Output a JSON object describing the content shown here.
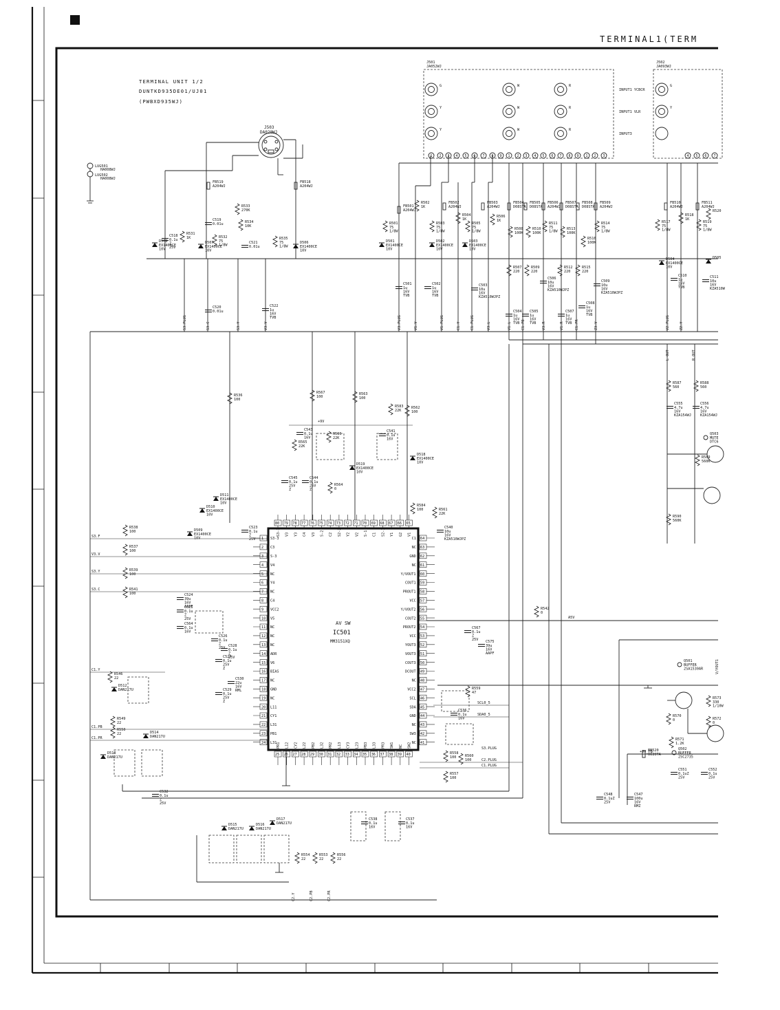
{
  "header": {
    "section_marker": "■",
    "terminal_title": "TERMINAL1(TERM"
  },
  "board": {
    "title_line1": "TERMINAL UNIT 1/2",
    "title_line2": "DUNTKD935DE01/UJ01",
    "title_line3": "(PWBXD935WJ)"
  },
  "connectors": {
    "j501": {
      "ref": "J501",
      "part": "JA052WJ"
    },
    "j502": {
      "ref": "J502",
      "part": "JA093WJ"
    },
    "j503": {
      "ref": "J503",
      "part": "DA020WJ"
    },
    "lug1": {
      "ref": "LUG501",
      "part": "HA008WJ"
    },
    "lug2": {
      "ref": "LUG502",
      "part": "HA008WJ"
    },
    "input1_ycbcr": "INPUT1 YCBCR",
    "input1_vlr": "INPUT1 VLR",
    "input3": "INPUT3",
    "jack_letters": [
      "G",
      "Y",
      "Y",
      "W",
      "W",
      "W",
      "R",
      "R",
      "R"
    ],
    "j502_letters": [
      "G",
      "Y"
    ]
  },
  "ic": {
    "ref": "IC501",
    "function": "AV SW",
    "part": "MM3151XQ",
    "pins_left": [
      {
        "n": "1",
        "name": "S3-3"
      },
      {
        "n": "2",
        "name": "C3"
      },
      {
        "n": "3",
        "name": "S-3"
      },
      {
        "n": "4",
        "name": "V4"
      },
      {
        "n": "5",
        "name": "NC"
      },
      {
        "n": "6",
        "name": "Y4"
      },
      {
        "n": "7",
        "name": "NC"
      },
      {
        "n": "8",
        "name": "C4"
      },
      {
        "n": "9",
        "name": "VCC2"
      },
      {
        "n": "10",
        "name": "V5"
      },
      {
        "n": "11",
        "name": "NC"
      },
      {
        "n": "12",
        "name": "NC"
      },
      {
        "n": "13",
        "name": "NC"
      },
      {
        "n": "14",
        "name": "ADR"
      },
      {
        "n": "15",
        "name": "V6"
      },
      {
        "n": "16",
        "name": "BIAS"
      },
      {
        "n": "17",
        "name": "NC"
      },
      {
        "n": "18",
        "name": "GND"
      },
      {
        "n": "19",
        "name": "NC"
      },
      {
        "n": "20",
        "name": "L11"
      },
      {
        "n": "21",
        "name": "CY1"
      },
      {
        "n": "22",
        "name": "L31"
      },
      {
        "n": "23",
        "name": "PB1"
      },
      {
        "n": "24",
        "name": "L31"
      }
    ],
    "pins_right": [
      {
        "n": "64",
        "name": "C1"
      },
      {
        "n": "63",
        "name": "NC"
      },
      {
        "n": "62",
        "name": "GND"
      },
      {
        "n": "61",
        "name": "NC"
      },
      {
        "n": "60",
        "name": "Y/VOUT1"
      },
      {
        "n": "59",
        "name": "COUT1"
      },
      {
        "n": "58",
        "name": "PROUT1"
      },
      {
        "n": "57",
        "name": "VCC"
      },
      {
        "n": "56",
        "name": "Y/VOUT2"
      },
      {
        "n": "55",
        "name": "COUT2"
      },
      {
        "n": "54",
        "name": "PROUT2"
      },
      {
        "n": "53",
        "name": "VCC"
      },
      {
        "n": "52",
        "name": "YOUT3"
      },
      {
        "n": "51",
        "name": "VOUT3"
      },
      {
        "n": "50",
        "name": "COUT3"
      },
      {
        "n": "49",
        "name": "DCOUT"
      },
      {
        "n": "48",
        "name": "NC"
      },
      {
        "n": "47",
        "name": "VCC2"
      },
      {
        "n": "46",
        "name": "SCL"
      },
      {
        "n": "45",
        "name": "SDA"
      },
      {
        "n": "44",
        "name": "GND"
      },
      {
        "n": "43",
        "name": "NC"
      },
      {
        "n": "42",
        "name": "SW3"
      },
      {
        "n": "41",
        "name": "NC"
      }
    ],
    "pins_top": [
      {
        "n": "80",
        "name": "S3-3"
      },
      {
        "n": "79",
        "name": "V3"
      },
      {
        "n": "78",
        "name": "Y3"
      },
      {
        "n": "77",
        "name": "C4"
      },
      {
        "n": "76",
        "name": "V3"
      },
      {
        "n": "75",
        "name": "S-2"
      },
      {
        "n": "74",
        "name": "C2"
      },
      {
        "n": "73",
        "name": "S2-2"
      },
      {
        "n": "72",
        "name": "Y2"
      },
      {
        "n": "71",
        "name": "V2"
      },
      {
        "n": "70",
        "name": "S-1"
      },
      {
        "n": "69",
        "name": "C1"
      },
      {
        "n": "68",
        "name": "S2-1"
      },
      {
        "n": "67",
        "name": "Y1"
      },
      {
        "n": "66",
        "name": "G2"
      },
      {
        "n": "65",
        "name": "V1"
      }
    ],
    "pins_bottom": [
      {
        "n": "25",
        "name": "PR1"
      },
      {
        "n": "26",
        "name": "L12"
      },
      {
        "n": "27",
        "name": "CY2"
      },
      {
        "n": "28",
        "name": "L22"
      },
      {
        "n": "29",
        "name": "PB2"
      },
      {
        "n": "30",
        "name": "L32"
      },
      {
        "n": "31",
        "name": "PR2"
      },
      {
        "n": "32",
        "name": "L13"
      },
      {
        "n": "33",
        "name": "CY3"
      },
      {
        "n": "34",
        "name": "L23"
      },
      {
        "n": "35",
        "name": "PB3"
      },
      {
        "n": "36",
        "name": "L33"
      },
      {
        "n": "37",
        "name": "PR3"
      },
      {
        "n": "38",
        "name": "SW1"
      },
      {
        "n": "39",
        "name": "NC"
      },
      {
        "n": "40",
        "name": "SW2"
      }
    ]
  },
  "top_components": [
    {
      "ref": "FB519",
      "val": "A204WJ"
    },
    {
      "ref": "FB518",
      "val": "A204WJ"
    },
    {
      "ref": "R533",
      "val": "270K"
    },
    {
      "ref": "C519",
      "val": "0.01u"
    },
    {
      "ref": "R534",
      "val": "10K"
    },
    {
      "ref": "R532",
      "val": "75 1/8W"
    },
    {
      "ref": "C521",
      "val": "0.01u"
    },
    {
      "ref": "R535",
      "val": "75 1/8W"
    },
    {
      "ref": "R531",
      "val": "1K"
    },
    {
      "ref": "C518",
      "val": "0.1u Z 25V"
    },
    {
      "ref": "D508",
      "val": "EX1400CE 10V"
    },
    {
      "ref": "D507",
      "val": "EX1400CE 10V"
    },
    {
      "ref": "D506",
      "val": "EX1400CE 10V"
    },
    {
      "ref": "C520",
      "val": "0.01u"
    },
    {
      "ref": "C522",
      "val": "1u 16V TVB"
    },
    {
      "ref": "R501",
      "val": "75 1/8W"
    },
    {
      "ref": "D501",
      "val": "EX1400CE 10V"
    },
    {
      "ref": "FB501",
      "val": "A204WJ"
    },
    {
      "ref": "R502",
      "val": "1K"
    },
    {
      "ref": "FB502",
      "val": "A204WJ"
    },
    {
      "ref": "R503",
      "val": "75 1/8W"
    },
    {
      "ref": "D502",
      "val": "EX1400CE 10V"
    },
    {
      "ref": "C501",
      "val": "1u 16V TVB"
    },
    {
      "ref": "C502",
      "val": "1u 16V TVB"
    },
    {
      "ref": "R504",
      "val": "1K"
    },
    {
      "ref": "R505",
      "val": "75 1/8W"
    },
    {
      "ref": "FB503",
      "val": "A204WJ"
    },
    {
      "ref": "D503",
      "val": "EX1400CE 10V"
    },
    {
      "ref": "C503",
      "val": "10u 16V KZA510WJPZ"
    },
    {
      "ref": "R506",
      "val": "1K"
    },
    {
      "ref": "FB504",
      "val": "D08STA"
    },
    {
      "ref": "FB505",
      "val": "D08STA"
    },
    {
      "ref": "FB506",
      "val": "A204WJ"
    },
    {
      "ref": "FB507",
      "val": "D08STA"
    },
    {
      "ref": "FB508",
      "val": "D08STA"
    },
    {
      "ref": "FB509",
      "val": "A204WJ"
    },
    {
      "ref": "R508",
      "val": "100K"
    },
    {
      "ref": "R510",
      "val": "100K"
    },
    {
      "ref": "R511",
      "val": "75 1/8W"
    },
    {
      "ref": "R513",
      "val": "100K"
    },
    {
      "ref": "R514",
      "val": "75 1/8W"
    },
    {
      "ref": "R516",
      "val": "100K"
    },
    {
      "ref": "R507",
      "val": "220"
    },
    {
      "ref": "R509",
      "val": "220"
    },
    {
      "ref": "R512",
      "val": "220"
    },
    {
      "ref": "R515",
      "val": "220"
    },
    {
      "ref": "C506",
      "val": "10u 16V KZA510WJPZ"
    },
    {
      "ref": "C509",
      "val": "10u 16V KZA510WJPZ"
    },
    {
      "ref": "C504",
      "val": "1u 16V TVB"
    },
    {
      "ref": "C505",
      "val": "1u 16V TVB"
    },
    {
      "ref": "C507",
      "val": "1u 16V TVB"
    },
    {
      "ref": "C508",
      "val": "1u 16V TVB"
    },
    {
      "ref": "FB510",
      "val": "A204WJ"
    },
    {
      "ref": "FB511",
      "val": "A204WJ"
    },
    {
      "ref": "R517",
      "val": "75 1/8W"
    },
    {
      "ref": "R518",
      "val": "1K"
    },
    {
      "ref": "R519",
      "val": "75 1/8W"
    },
    {
      "ref": "R520",
      "val": ""
    },
    {
      "ref": "D504",
      "val": "EX1400CE 10V"
    },
    {
      "ref": "D505",
      "val": ""
    },
    {
      "ref": "C510",
      "val": "1u 16V TVB"
    },
    {
      "ref": "C511",
      "val": "10u 16V KZA510W"
    }
  ],
  "net_labels_top": [
    {
      "t": "S3.PLUG"
    },
    {
      "t": "S3.C"
    },
    {
      "t": "S3.Y"
    },
    {
      "t": "V3.V"
    },
    {
      "t": "V3.PLUG"
    },
    {
      "t": "V1.V"
    },
    {
      "t": "V1.PLUG"
    },
    {
      "t": "C1.Y"
    },
    {
      "t": "C1.PLUG"
    },
    {
      "t": "V3.L"
    },
    {
      "t": "V1.L"
    },
    {
      "t": "C1.PB"
    },
    {
      "t": "V3.R"
    },
    {
      "t": "V1.R"
    },
    {
      "t": "C1.PR"
    },
    {
      "t": "Z3.V"
    },
    {
      "t": "V2.PLUG"
    },
    {
      "t": "Z2.Y"
    }
  ],
  "mid_components": [
    {
      "ref": "R536",
      "val": "100"
    },
    {
      "ref": "R567",
      "val": "100"
    },
    {
      "ref": "R563",
      "val": "100"
    },
    {
      "ref": "R562",
      "val": "100"
    },
    {
      "ref": "R583",
      "val": "22K"
    },
    {
      "ref": "R566",
      "val": "22K"
    },
    {
      "ref": "R565",
      "val": "22K"
    },
    {
      "ref": "C543",
      "val": "0.1u 16V"
    },
    {
      "ref": "C541",
      "val": "0.1u 16V"
    },
    {
      "ref": "D519",
      "val": "EX1400CE 10V"
    },
    {
      "ref": "D518",
      "val": "EX1400CE 10V"
    },
    {
      "ref": "C545",
      "val": "0.1u 25V Z"
    },
    {
      "ref": "C544",
      "val": "0.1u 25V Z"
    },
    {
      "ref": "R564",
      "val": "0"
    },
    {
      "ref": "R584",
      "val": "100"
    },
    {
      "ref": "R561",
      "val": "22K"
    },
    {
      "ref": "C540",
      "val": "10u 16V KZA510WJPZ"
    },
    {
      "ref": "D511",
      "val": "EX1400CE 10V"
    },
    {
      "ref": "D510",
      "val": "EX1400CE 10V"
    },
    {
      "ref": "D509",
      "val": "EX1400CE 10V"
    },
    {
      "ref": "C523",
      "val": "0.1u Z 25V"
    },
    {
      "ref": "R538",
      "val": "100"
    },
    {
      "ref": "R537",
      "val": "100"
    },
    {
      "ref": "R539",
      "val": "100"
    },
    {
      "ref": "R541",
      "val": "100"
    },
    {
      "ref": "C524",
      "val": "39u 16V AAPF"
    },
    {
      "ref": "C525",
      "val": "0.1u Z 25V"
    },
    {
      "ref": "C564",
      "val": "0.1u 16V"
    },
    {
      "ref": "C526",
      "val": "0.1u Z 25V"
    },
    {
      "ref": "C528",
      "val": "0.1u Z 25V"
    },
    {
      "ref": "C527",
      "val": "0.1u 25V Z"
    },
    {
      "ref": "C530",
      "val": "22u 16V RML"
    },
    {
      "ref": "C529",
      "val": "0.1u 25V Z"
    },
    {
      "ref": "R546",
      "val": "22"
    },
    {
      "ref": "D512",
      "val": "DAN217U"
    },
    {
      "ref": "R549",
      "val": "22"
    },
    {
      "ref": "R550",
      "val": "22"
    },
    {
      "ref": "D514",
      "val": "DAN217U"
    },
    {
      "ref": "D513",
      "val": "DAN217U"
    },
    {
      "ref": "C532",
      "val": "0.1u Z 25V"
    },
    {
      "ref": "R542",
      "val": "0"
    },
    {
      "ref": "C567",
      "val": "0.1u Z 25V"
    },
    {
      "ref": "C575",
      "val": "39u 16V AAPF"
    },
    {
      "ref": "R559",
      "val": "47"
    },
    {
      "ref": "R558",
      "val": "100"
    },
    {
      "ref": "R560",
      "val": "100"
    },
    {
      "ref": "R557",
      "val": "100"
    },
    {
      "ref": "C536",
      "val": "0.1u 16V"
    },
    {
      "ref": "C538",
      "val": "0.1u 16V"
    },
    {
      "ref": "C537",
      "val": "0.1u 16V"
    },
    {
      "ref": "D515",
      "val": "DAN217U"
    },
    {
      "ref": "D516",
      "val": "DAN217U"
    },
    {
      "ref": "D517",
      "val": "DAN217U"
    },
    {
      "ref": "R554",
      "val": "22"
    },
    {
      "ref": "R553",
      "val": "22"
    },
    {
      "ref": "R556",
      "val": "22"
    }
  ],
  "net_labels": {
    "s3f": "S3.F",
    "v3v": "V3.V",
    "s3y": "S3.Y",
    "s3c": "S3.C",
    "c1y": "C1.Y",
    "c1pb": "C1.PB",
    "c1pr": "C1.PR",
    "a5v": "A5V",
    "plus9v": "+9V",
    "sclo": "SCL0_5",
    "sdao": "SDA0_5",
    "s3plug": "S3.PLUG",
    "c2plug": "C2.PLUG",
    "c1plug": "C1.PLUG",
    "c2y": "C2.Y",
    "c2pb": "C2.PB",
    "c2pr": "C2.PR",
    "lout": "L OUT",
    "rout": "R OUT",
    "plus9vfb": "+9V_FB",
    "vyout": "V/YOUT1"
  },
  "right_components": [
    {
      "ref": "R587",
      "val": "560"
    },
    {
      "ref": "R588",
      "val": "560"
    },
    {
      "ref": "C555",
      "val": "4.7u 16V KZA154WJ"
    },
    {
      "ref": "C556",
      "val": "4.7u 16V KZA154WJ"
    },
    {
      "ref": "Q503",
      "val": "MUTE DTC6"
    },
    {
      "ref": "R589",
      "val": "560K"
    },
    {
      "ref": "R590",
      "val": "560K"
    },
    {
      "ref": "Q501",
      "val": "BUFFER 2SA1530AR"
    },
    {
      "ref": "R573",
      "val": "330 1/10W"
    },
    {
      "ref": "R570",
      "val": "0"
    },
    {
      "ref": "R572",
      "val": "0"
    },
    {
      "ref": "R571",
      "val": "1.2K"
    },
    {
      "ref": "Q502",
      "val": "BUFFER 2SC2735"
    },
    {
      "ref": "FB520",
      "val": "0039TA"
    },
    {
      "ref": "C548",
      "val": "0.1uZ 25V"
    },
    {
      "ref": "C547",
      "val": "100u 16V RMZ"
    },
    {
      "ref": "C551",
      "val": "0.1uZ 25V"
    },
    {
      "ref": "C552",
      "val": "0.1u 25V"
    }
  ]
}
